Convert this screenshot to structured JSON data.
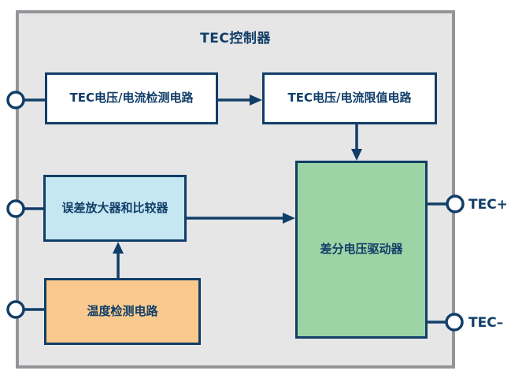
{
  "diagram": {
    "title": "TEC控制器",
    "blocks": {
      "sense": "TEC电压/电流检测电路",
      "limit": "TEC电压/电流限值电路",
      "error_amp": "误差放大器和比较器",
      "temp": "温度检测电路",
      "driver": "差分电压驱动器"
    },
    "ports": {
      "tec_plus": "TEC+",
      "tec_minus": "TEC–"
    },
    "colors": {
      "navy": "#113e68",
      "frame_fill": "#e6e6e7",
      "frame_border": "#939598",
      "box_white": "#ffffff",
      "box_blue": "#c5e7f2",
      "box_green": "#9dd4a5",
      "box_orange": "#f9c98e"
    }
  }
}
